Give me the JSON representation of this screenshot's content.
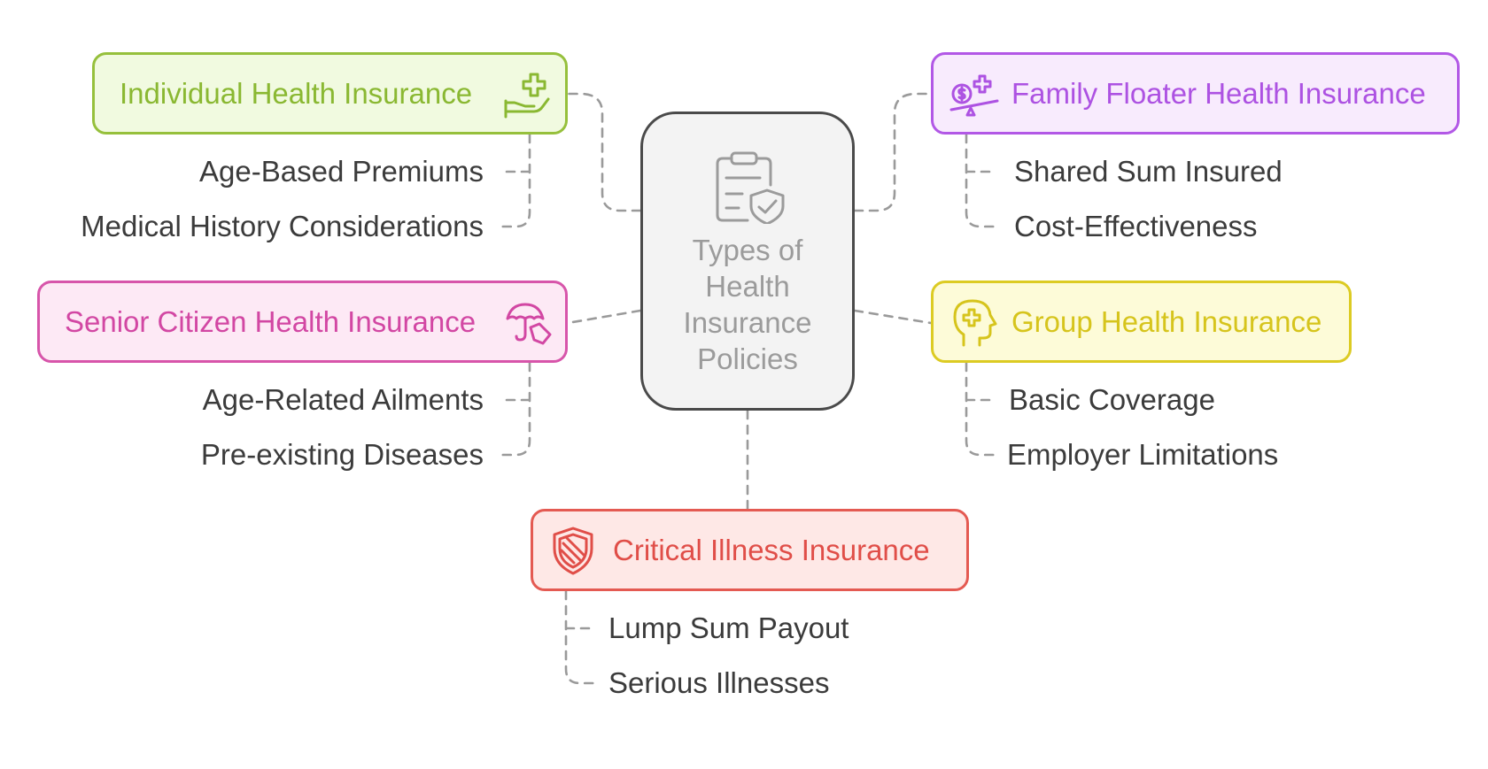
{
  "center": {
    "title_lines": [
      "Types of",
      "Health",
      "Insurance",
      "Policies"
    ],
    "icon": "clipboard-shield-check-icon"
  },
  "branches": {
    "individual": {
      "label": "Individual Health Insurance",
      "icon": "hand-medical-cross-icon",
      "color": "#8ab832",
      "items": [
        "Age-Based Premiums",
        "Medical History Considerations"
      ]
    },
    "senior": {
      "label": "Senior Citizen Health Insurance",
      "icon": "umbrella-hand-icon",
      "color": "#d247a3",
      "items": [
        "Age-Related Ailments",
        "Pre-existing Diseases"
      ]
    },
    "family": {
      "label": "Family Floater Health Insurance",
      "icon": "scale-money-cross-icon",
      "color": "#ad52e2",
      "items": [
        "Shared Sum Insured",
        "Cost-Effectiveness"
      ]
    },
    "group": {
      "label": "Group Health Insurance",
      "icon": "head-medical-cross-icon",
      "color": "#d6c41c",
      "items": [
        "Basic Coverage",
        "Employer Limitations"
      ]
    },
    "critical": {
      "label": "Critical Illness Insurance",
      "icon": "striped-shield-icon",
      "color": "#e04e48",
      "items": [
        "Lump Sum Payout",
        "Serious Illnesses"
      ]
    }
  }
}
